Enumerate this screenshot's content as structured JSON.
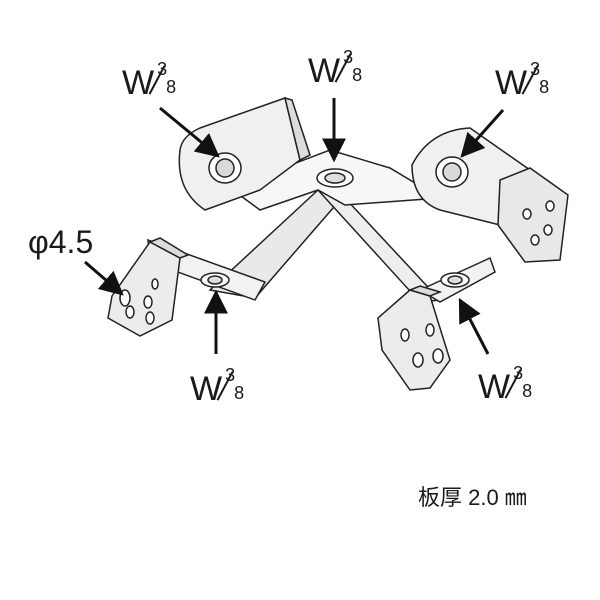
{
  "labels": {
    "w_top_left": {
      "main": "W",
      "num": "3",
      "den": "8"
    },
    "w_top_center": {
      "main": "W",
      "num": "3",
      "den": "8"
    },
    "w_top_right": {
      "main": "W",
      "num": "3",
      "den": "8"
    },
    "w_bottom_left": {
      "main": "W",
      "num": "3",
      "den": "8"
    },
    "w_bottom_right": {
      "main": "W",
      "num": "3",
      "den": "8"
    },
    "hole_diameter": "φ4.5",
    "thickness": "板厚 2.0 ㎜"
  }
}
